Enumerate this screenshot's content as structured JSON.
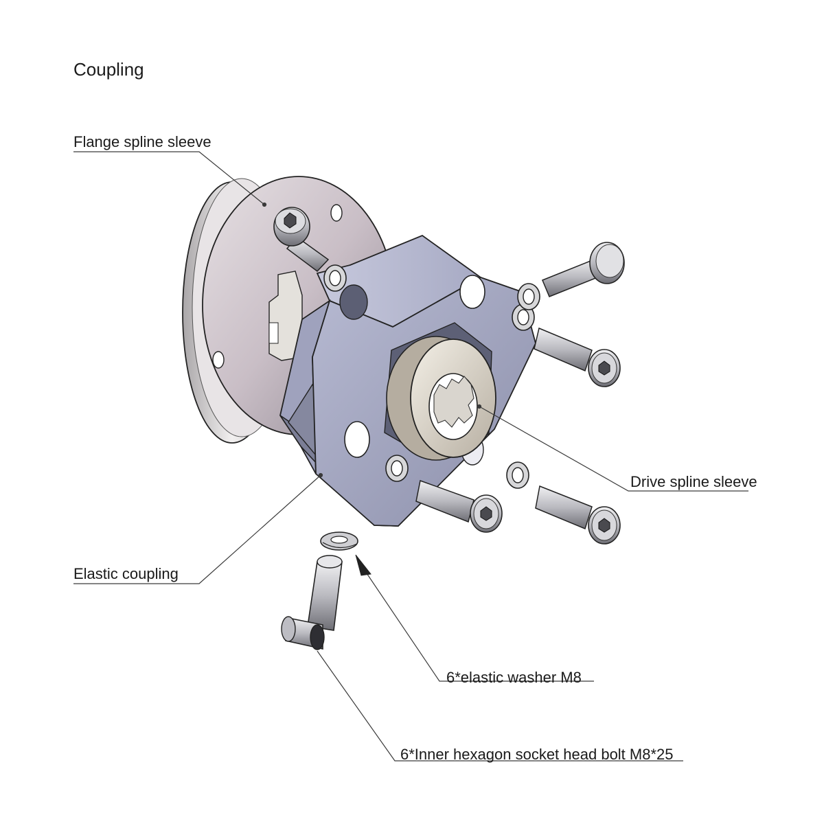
{
  "title": "Coupling",
  "labels": {
    "flange_spline_sleeve": "Flange spline sleeve",
    "drive_spline_sleeve": "Drive spline sleeve",
    "elastic_coupling": "Elastic coupling",
    "elastic_washer": "6*elastic washer M8",
    "socket_bolt": "6*Inner hexagon socket head bolt M8*25"
  },
  "colors": {
    "leader_line": "#3a3a3a",
    "flange_face": "#c9bec6",
    "coupling_body": "#a3a6c0",
    "steel": "#c8c8cc"
  }
}
